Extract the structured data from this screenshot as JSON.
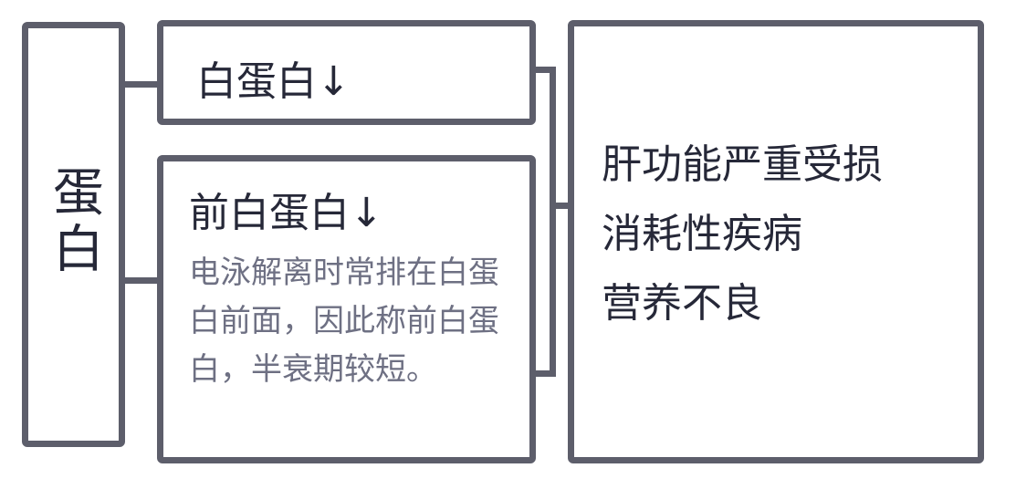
{
  "diagram": {
    "root": {
      "label": "蛋白"
    },
    "branches": [
      {
        "title": "白蛋白↓"
      },
      {
        "title": "前白蛋白↓",
        "note": "电泳解离时常排在白蛋白前面，因此称前白蛋白，半衰期较短。"
      }
    ],
    "result": {
      "lines": [
        "肝功能严重受损",
        "消耗性疾病",
        "营养不良"
      ]
    },
    "colors": {
      "border": "#5d5e6b",
      "text": "#262838",
      "note_text": "#6e7083"
    }
  }
}
